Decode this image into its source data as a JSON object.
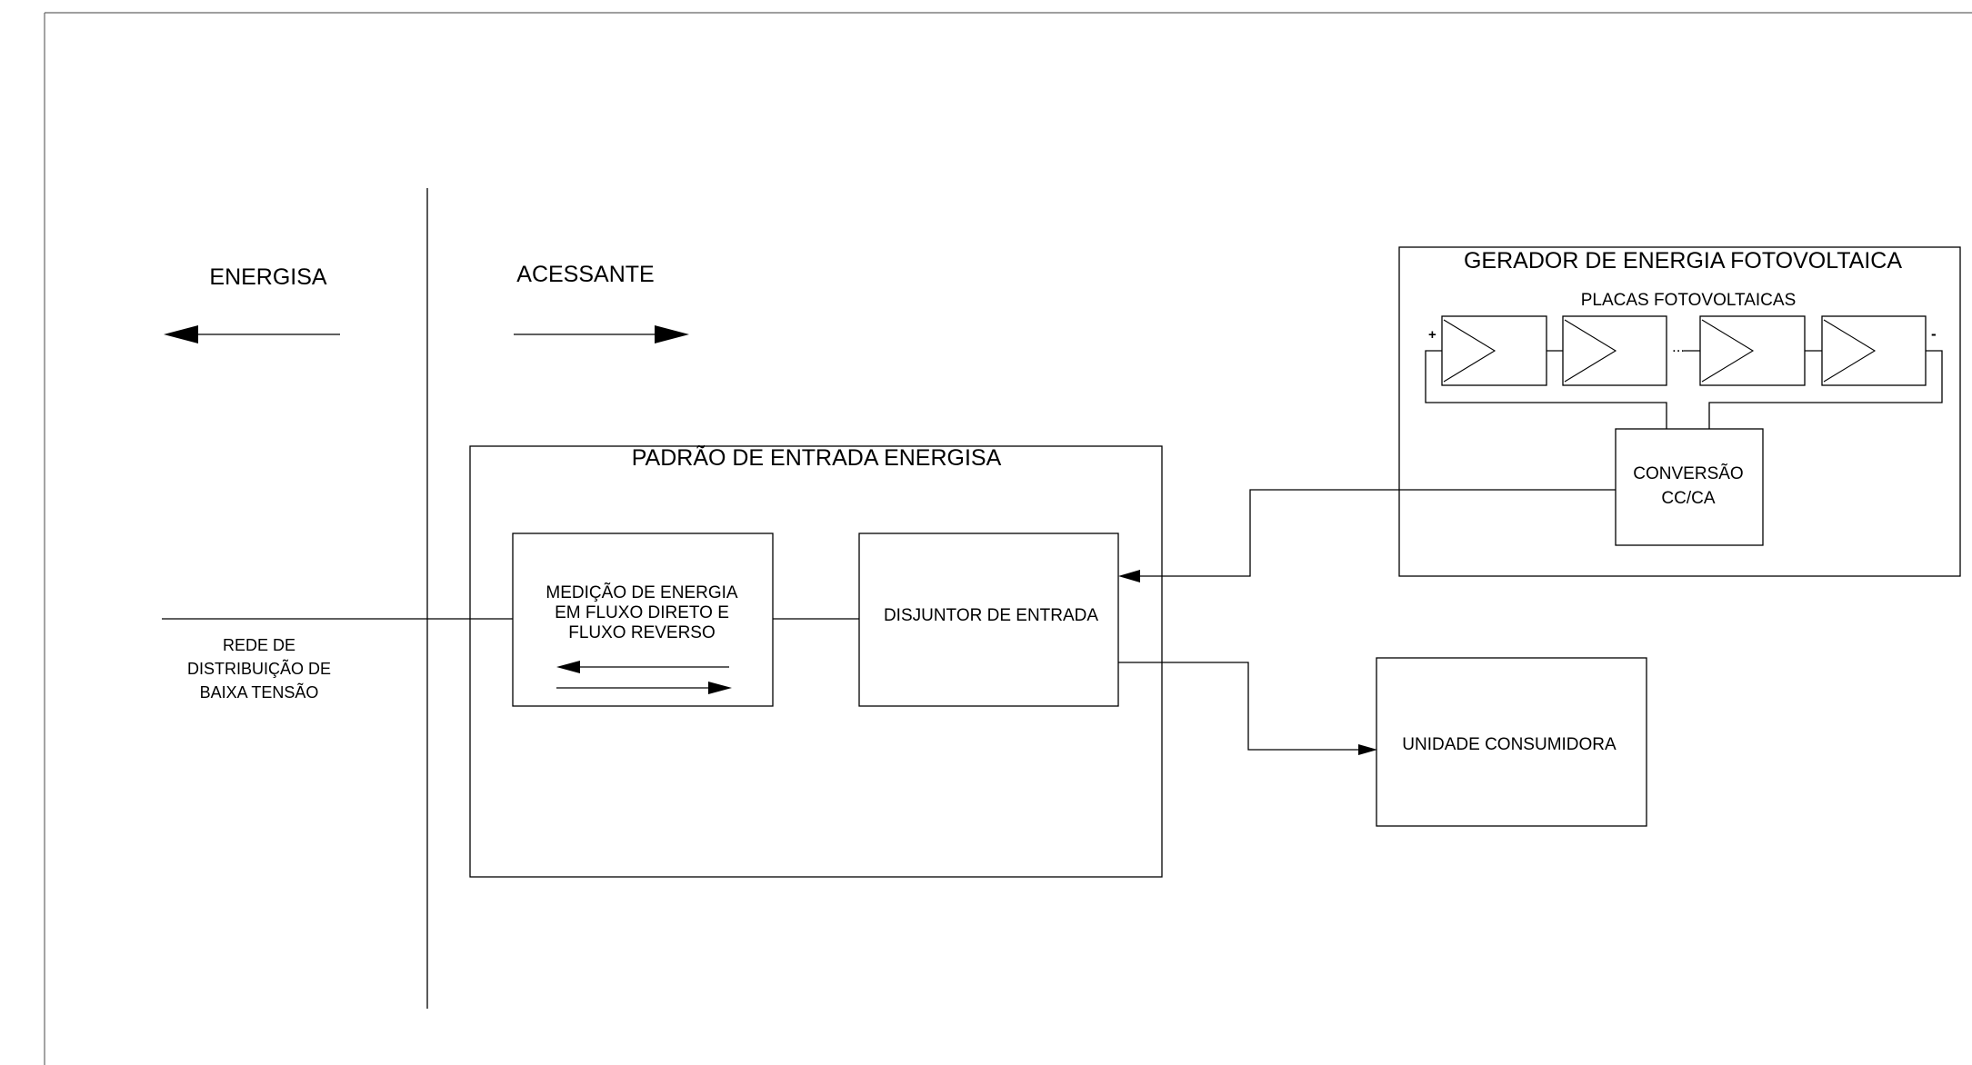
{
  "left_side_label": "ENERGISA",
  "right_side_label": "ACESSANTE",
  "grid_label": [
    "REDE DE",
    "DISTRIBUIÇÃO DE",
    "BAIXA TENSÃO"
  ],
  "entrance_standard": {
    "title": "PADRÃO DE ENTRADA ENERGISA",
    "meter_label": [
      "MEDIÇÃO DE ENERGIA",
      "EM FLUXO DIRETO E",
      "FLUXO REVERSO"
    ],
    "breaker_label": "DISJUNTOR DE ENTRADA"
  },
  "pv_generator": {
    "title": "GERADOR DE ENERGIA FOTOVOLTAICA",
    "panels_label": "PLACAS FOTOVOLTAICAS",
    "plus_sign": "+",
    "minus_sign": "-",
    "ellipsis": "...",
    "inverter_label": [
      "CONVERSÃO",
      "CC/CA"
    ]
  },
  "consumer_label": "UNIDADE CONSUMIDORA",
  "colors": {
    "stroke": "#000000",
    "border": "#555555",
    "background": "#ffffff"
  }
}
